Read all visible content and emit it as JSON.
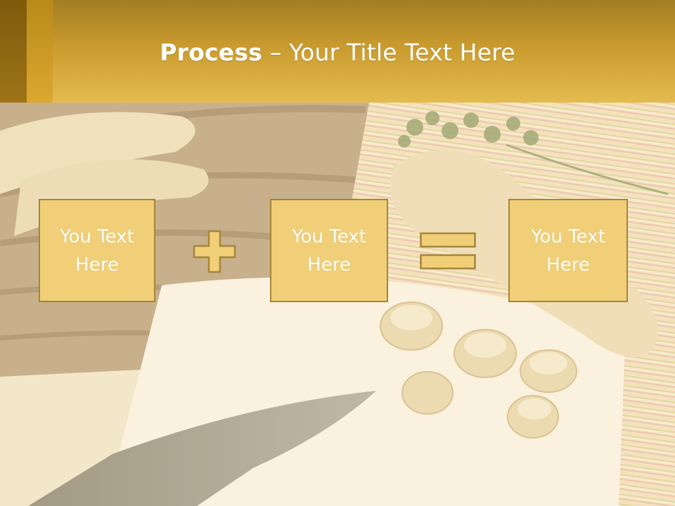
{
  "slide": {
    "title_bold": "Process",
    "title_rest": " – Your Title Text Here"
  },
  "process": {
    "boxes": [
      {
        "line1": "You Text",
        "line2": "Here"
      },
      {
        "line1": "You Text",
        "line2": "Here"
      },
      {
        "line1": "You Text",
        "line2": "Here"
      }
    ],
    "operators": [
      "plus-icon",
      "equals-icon"
    ]
  },
  "colors": {
    "title_bar": "#c99b2f",
    "box_fill": "#f0cf78",
    "box_border": "#a58639",
    "operator_fill": "#f0cf78"
  }
}
